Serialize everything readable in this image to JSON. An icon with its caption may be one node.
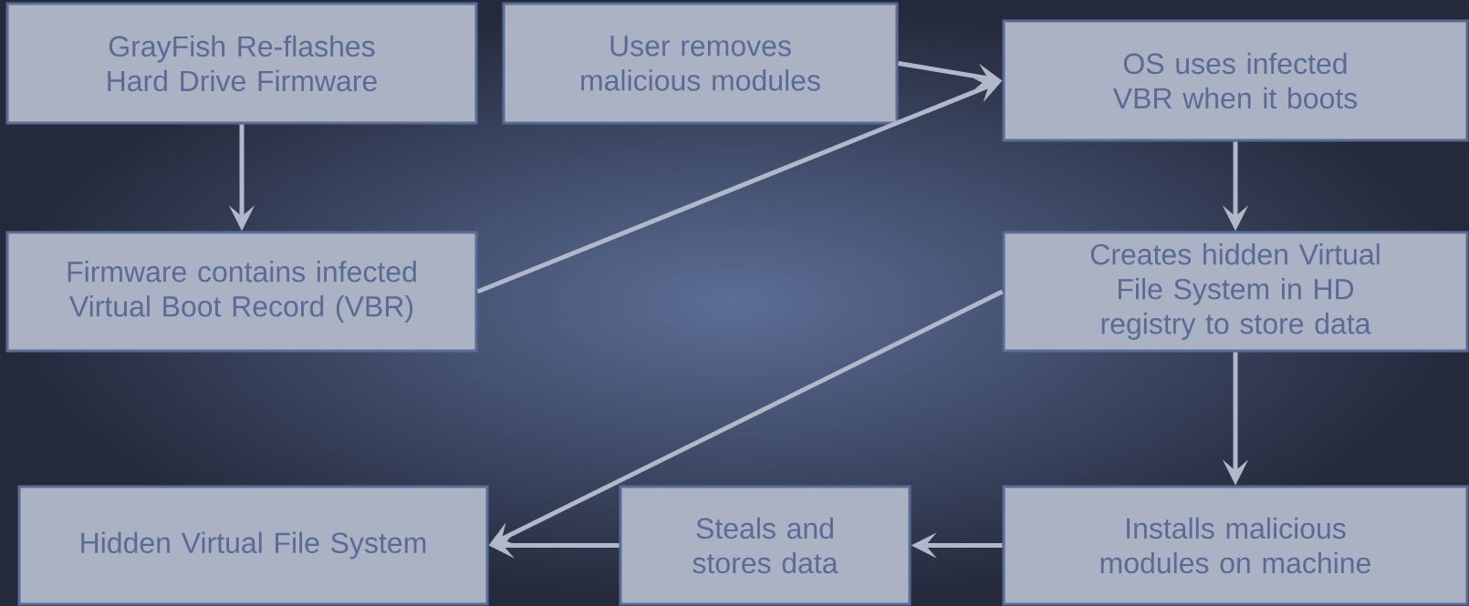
{
  "diagram": {
    "nodes": [
      {
        "text": [
          "GrayFish Re-flashes Hard Drive Firmware"
        ]
      },
      {
        "text": [
          "User removes malicious modules"
        ]
      },
      {
        "text": [
          "OS uses infected VBR when it boots"
        ]
      },
      {
        "text": [
          "Firmware contains infected Virtual Boot Record (VBR)"
        ]
      },
      {
        "text": [
          "Creates hidden Virtual File System in HD registry to store data"
        ]
      },
      {
        "text": [
          "Hidden Virtual File System"
        ]
      },
      {
        "text": [
          "Steals and stores data"
        ]
      },
      {
        "text": [
          "Installs malicious modules on machine"
        ]
      }
    ],
    "edges": [
      {
        "from": 0,
        "to": 3,
        "arrow": "to"
      },
      {
        "from": 1,
        "to": 2,
        "arrow": "to"
      },
      {
        "from": 3,
        "to": 2,
        "arrow": "to"
      },
      {
        "from": 2,
        "to": 4,
        "arrow": "to"
      },
      {
        "from": 4,
        "to": 7,
        "arrow": "to"
      },
      {
        "from": 7,
        "to": 6,
        "arrow": "to"
      },
      {
        "from": 6,
        "to": 5,
        "arrow": "to"
      },
      {
        "from": 4,
        "to": 5,
        "arrow": "to"
      }
    ]
  }
}
